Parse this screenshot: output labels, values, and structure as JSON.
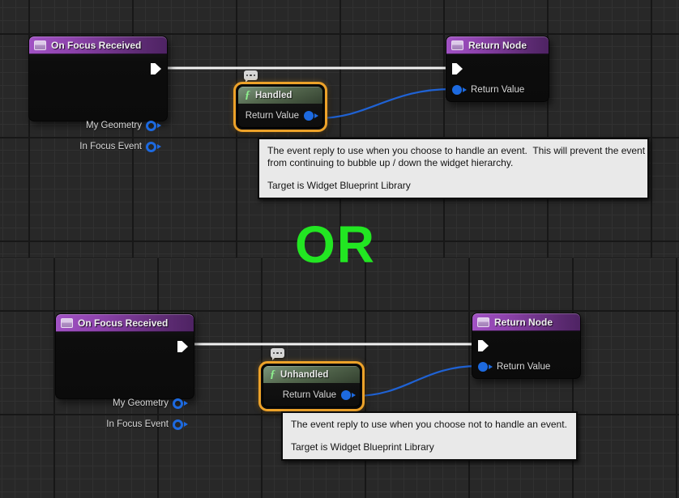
{
  "colors": {
    "background": "#282828",
    "grid_minor": "#313131",
    "grid_major": "#171717",
    "selection_orange": "#eda229",
    "exec_wire": "#f2f2f2",
    "data_wire": "#1f62d4",
    "pin_blue": "#1d6ae0",
    "or_green": "#22e622"
  },
  "or_label": "OR",
  "graphs": [
    {
      "event_node": {
        "title": "On Focus Received",
        "pins": [
          "My Geometry",
          "In Focus Event"
        ]
      },
      "function_node": {
        "f": "ƒ",
        "title": "Handled",
        "pin": "Return Value"
      },
      "return_node": {
        "title": "Return Node",
        "pin": "Return Value"
      },
      "comment_icon": "comment-bubble",
      "tooltip": {
        "body": [
          "The event reply to use when you choose to handle an event.  This will prevent the event",
          "from continuing to bubble up / down the widget hierarchy."
        ],
        "target": "Target is Widget Blueprint Library"
      }
    },
    {
      "event_node": {
        "title": "On Focus Received",
        "pins": [
          "My Geometry",
          "In Focus Event"
        ]
      },
      "function_node": {
        "f": "ƒ",
        "title": "Unhandled",
        "pin": "Return Value"
      },
      "return_node": {
        "title": "Return Node",
        "pin": "Return Value"
      },
      "comment_icon": "comment-bubble",
      "tooltip": {
        "body": [
          "The event reply to use when you choose not to handle an event."
        ],
        "target": "Target is Widget Blueprint Library"
      }
    }
  ]
}
